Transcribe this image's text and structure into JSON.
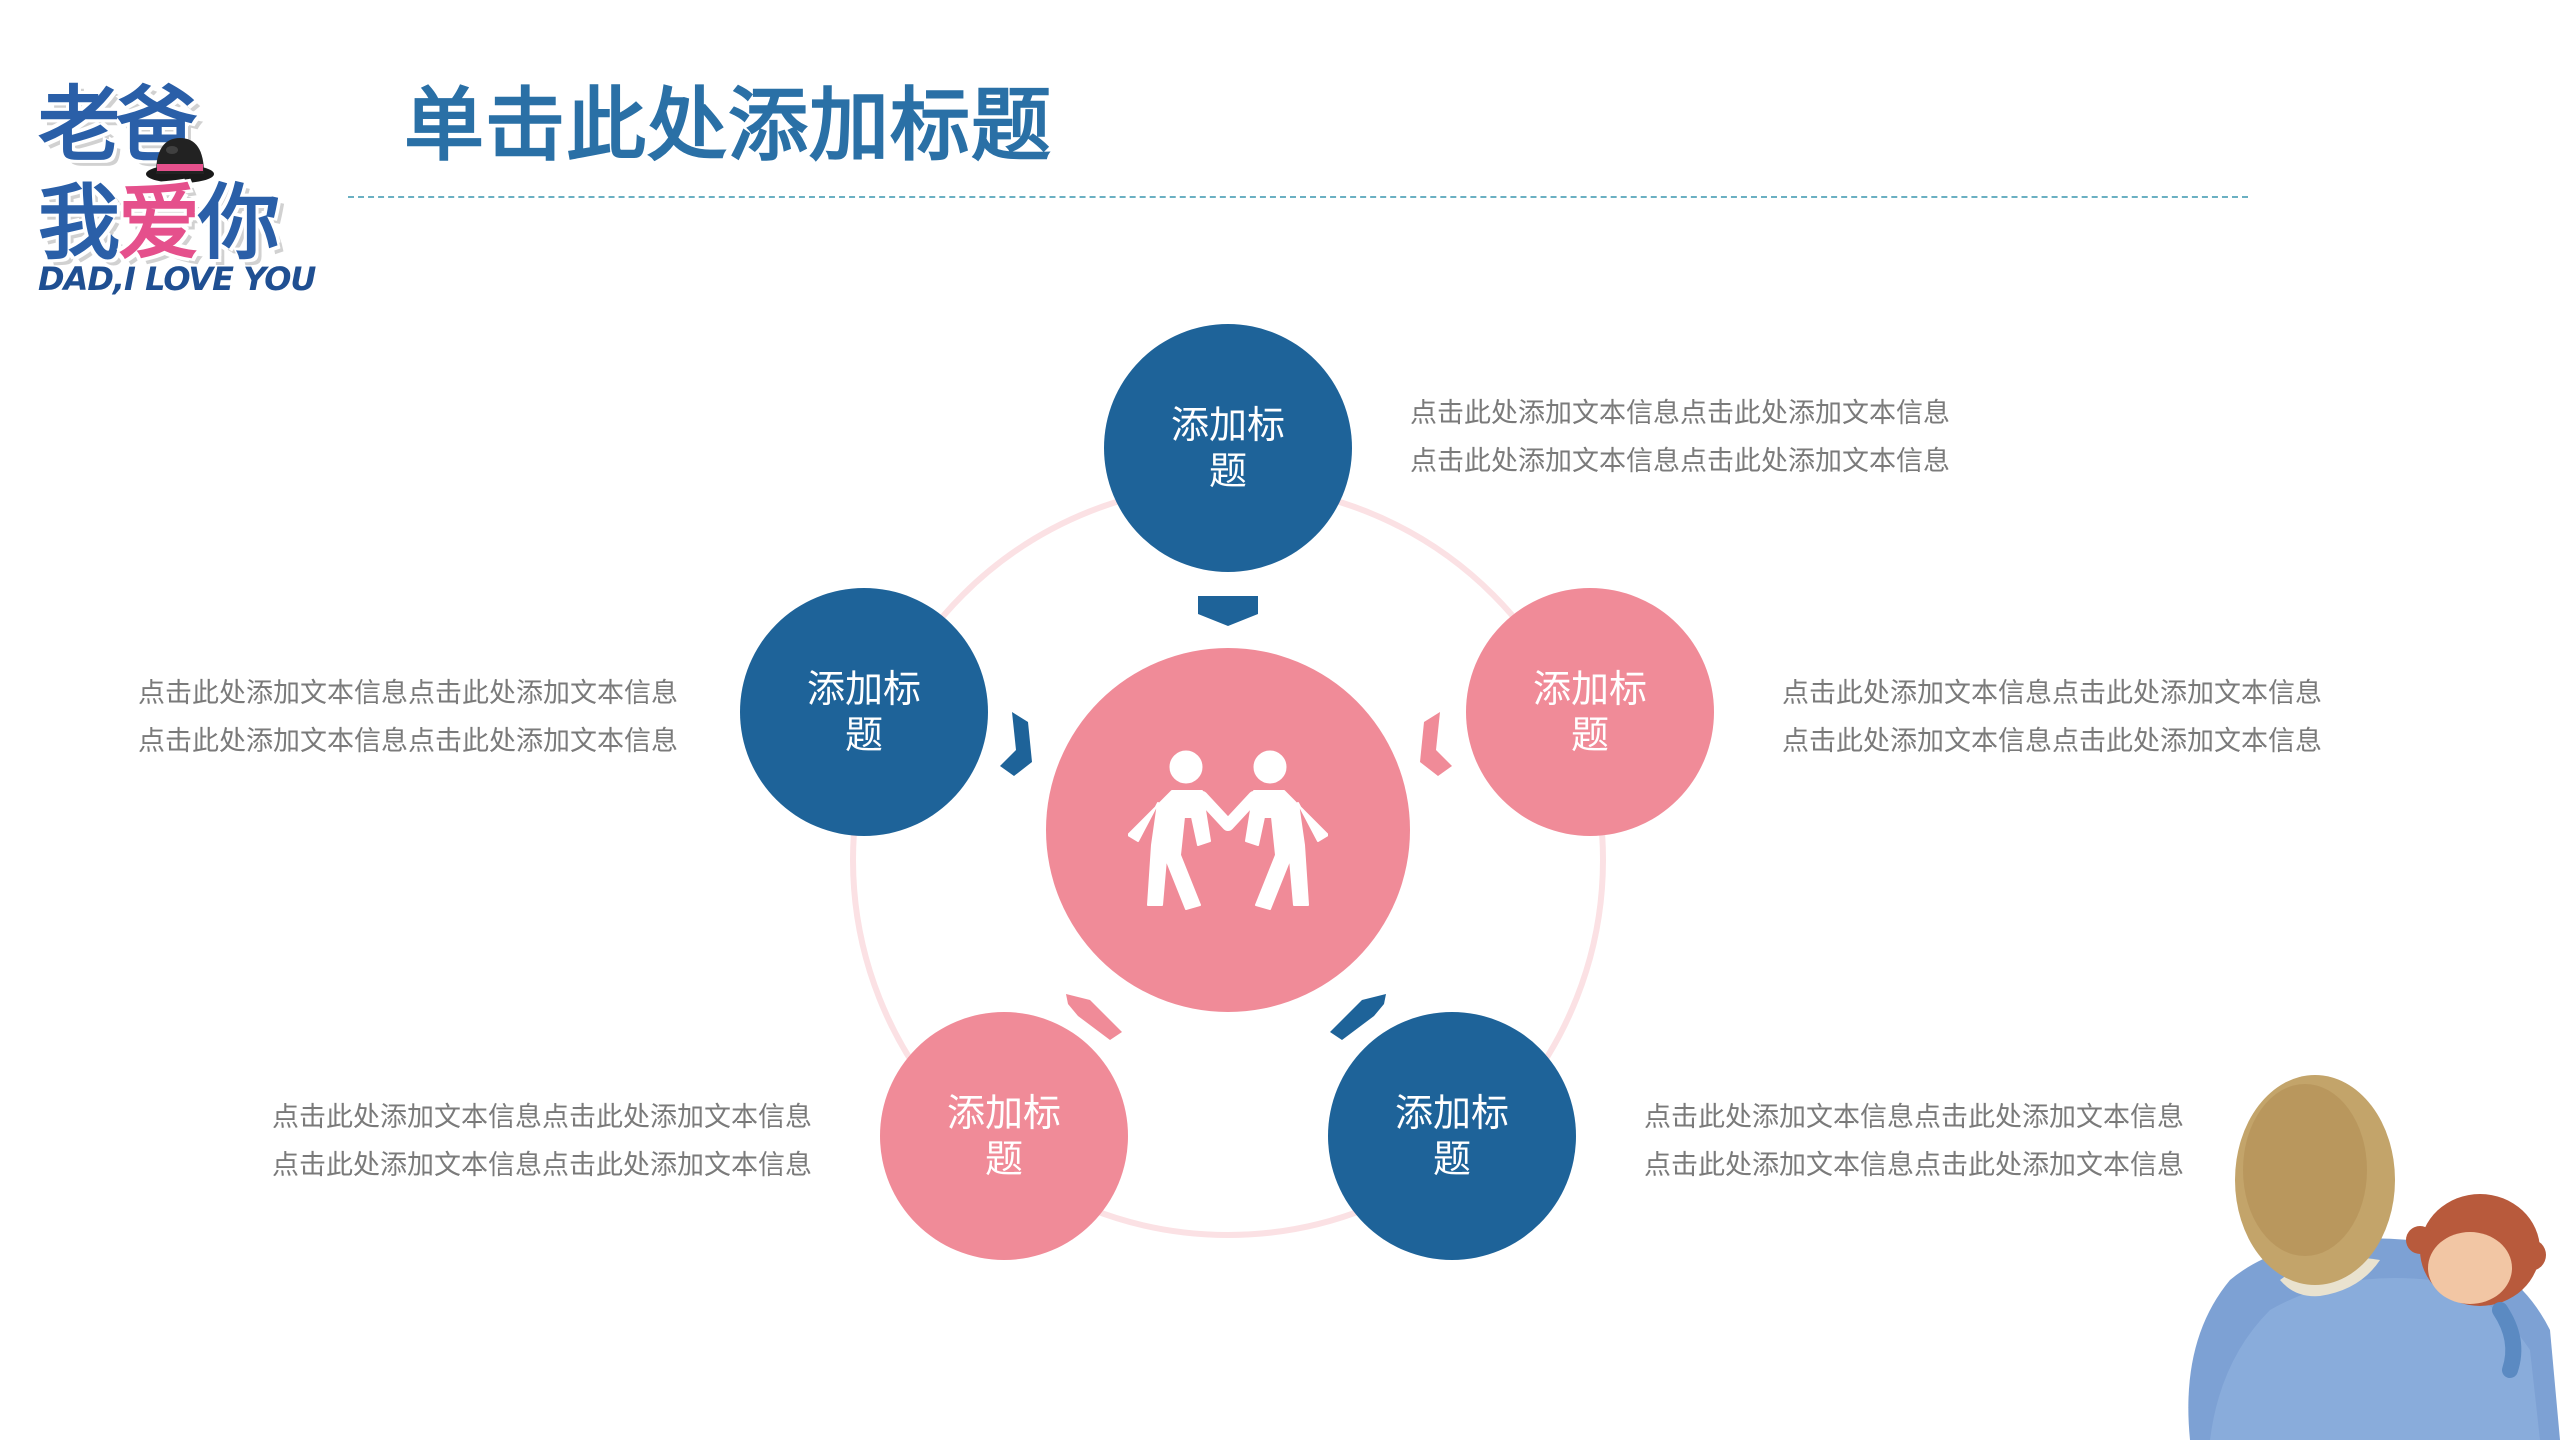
{
  "logo": {
    "line1": "老爸",
    "line2_a": "我",
    "line2_b": "爱",
    "line2_c": "你",
    "line3": "DAD,I LOVE YOU"
  },
  "header": {
    "title": "单击此处添加标题"
  },
  "center_icon": "people-handshake-icon",
  "colors": {
    "blue": "#1e6399",
    "pink": "#f08b98",
    "title": "#2a70a6",
    "rule": "#6bb0c2"
  },
  "nodes": [
    {
      "label": "添加标题",
      "color": "blue"
    },
    {
      "label": "添加标题",
      "color": "pink"
    },
    {
      "label": "添加标题",
      "color": "blue"
    },
    {
      "label": "添加标题",
      "color": "pink"
    },
    {
      "label": "添加标题",
      "color": "blue"
    }
  ],
  "descriptions": [
    {
      "line1": "点击此处添加文本信息点击此处添加文本信息",
      "line2": "点击此处添加文本信息点击此处添加文本信息"
    },
    {
      "line1": "点击此处添加文本信息点击此处添加文本信息",
      "line2": "点击此处添加文本信息点击此处添加文本信息"
    },
    {
      "line1": "点击此处添加文本信息点击此处添加文本信息",
      "line2": "点击此处添加文本信息点击此处添加文本信息"
    },
    {
      "line1": "点击此处添加文本信息点击此处添加文本信息",
      "line2": "点击此处添加文本信息点击此处添加文本信息"
    },
    {
      "line1": "点击此处添加文本信息点击此处添加文本信息",
      "line2": "点击此处添加文本信息点击此处添加文本信息"
    }
  ]
}
